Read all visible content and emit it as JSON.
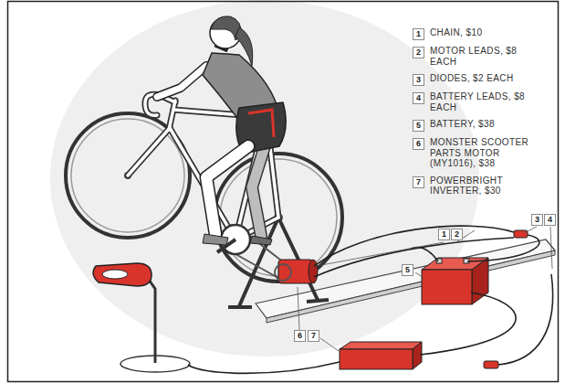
{
  "diagram": {
    "nodes": [
      {
        "text": [
          "1"
        ]
      },
      {
        "text": [
          "2"
        ]
      },
      {
        "text": [
          "3"
        ]
      },
      {
        "text": [
          "4"
        ]
      },
      {
        "text": [
          "5"
        ]
      },
      {
        "text": [
          "6"
        ]
      },
      {
        "text": [
          "7"
        ]
      },
      {
        "text": [
          "1"
        ]
      },
      {
        "text": [
          "2"
        ]
      },
      {
        "text": [
          "3"
        ]
      },
      {
        "text": [
          "4"
        ]
      },
      {
        "text": [
          "5"
        ]
      },
      {
        "text": [
          "6"
        ]
      },
      {
        "text": [
          "7"
        ]
      }
    ],
    "labels": [
      "CHAIN, $10",
      "MOTOR LEADS, $8 EACH",
      "DIODES, $2 EACH",
      "BATTERY LEADS, $8 EACH",
      "BATTERY, $38",
      "MONSTER SCOOTER PARTS MOTOR (MY1016), $38",
      "POWERBRIGHT INVERTER, $30"
    ]
  }
}
